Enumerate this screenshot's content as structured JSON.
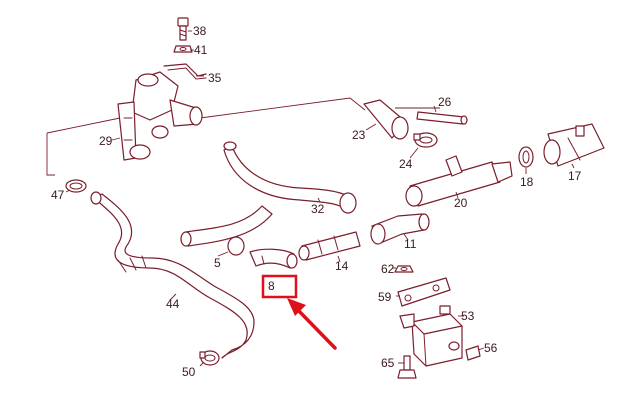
{
  "diagram": {
    "labels": {
      "p38": "38",
      "p41": "41",
      "p35": "35",
      "p29": "29",
      "p26": "26",
      "p23": "23",
      "p24": "24",
      "p18": "18",
      "p17": "17",
      "p47": "47",
      "p32": "32",
      "p20": "20",
      "p5": "5",
      "p14": "14",
      "p11": "11",
      "p8": "8",
      "p62": "62",
      "p59": "59",
      "p44": "44",
      "p53": "53",
      "p56": "56",
      "p65": "65",
      "p50": "50"
    }
  },
  "annotation": {
    "highlight_color": "#e0101a",
    "arrow_color": "#e0101a",
    "target_part": "8"
  },
  "colors": {
    "line_art": "#7a1f2b"
  }
}
